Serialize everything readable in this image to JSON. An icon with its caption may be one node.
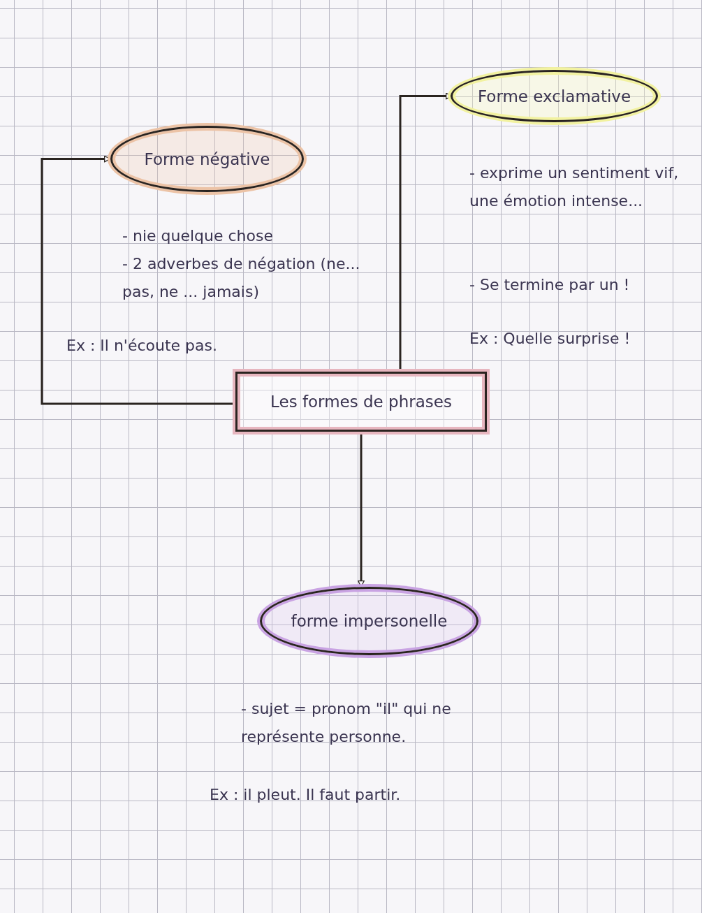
{
  "diagram": {
    "nodes": [
      {
        "text": [
          "Les formes de phrases"
        ]
      },
      {
        "text": [
          "Forme négative"
        ],
        "beside": [
          "- nie quelque chose",
          "- 2 adverbes de négation (ne... pas, ne ... jamais)",
          "Ex : Il n'écoute pas."
        ]
      },
      {
        "text": [
          "Forme exclamative"
        ],
        "beside": [
          "- exprime un sentiment vif, une émotion intense...",
          "- Se termine par un !",
          "Ex : Quelle surprise !"
        ]
      },
      {
        "text": [
          "forme impersonelle"
        ],
        "beside": [
          "- sujet = pronom \"il\" qui ne représente personne.",
          "Ex : il pleut. Il faut partir."
        ]
      }
    ],
    "edges": [
      {
        "from": 0,
        "to": 1,
        "arrow": "to"
      },
      {
        "from": 0,
        "to": 2,
        "arrow": "to"
      },
      {
        "from": 0,
        "to": 3,
        "arrow": "to"
      }
    ]
  }
}
